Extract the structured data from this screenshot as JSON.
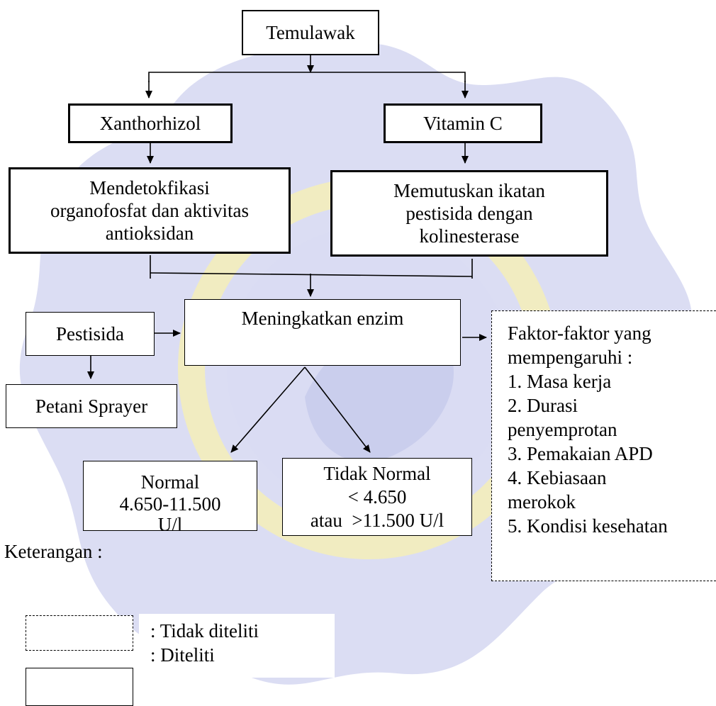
{
  "nodes": {
    "temulawak": "Temulawak",
    "xanthorhizol": "Xanthorhizol",
    "vitamin_c": "Vitamin C",
    "mendetok": [
      "Mendetokfikasi",
      "organofosfat dan aktivitas",
      "antioksidan"
    ],
    "memutuskan": [
      "Memutuskan ikatan",
      "pestisida dengan",
      "kolinesterase"
    ],
    "pestisida": "Pestisida",
    "meningkatkan": "Meningkatkan enzim",
    "petani": "Petani Sprayer",
    "normal": [
      "Normal",
      "4.650-11.500",
      "U/l"
    ],
    "tidak_normal": [
      "Tidak Normal",
      "< 4.650",
      "atau  >11.500 U/l"
    ]
  },
  "faktor": {
    "title_lines": [
      "Faktor-faktor yang",
      "mempengaruhi :"
    ],
    "items": [
      "1. Masa kerja",
      "2. Durasi",
      "penyemprotan",
      "3. Pemakaian APD",
      "4. Kebiasaan",
      "merokok",
      "5. Kondisi kesehatan"
    ]
  },
  "legend": {
    "heading": "Keterangan :",
    "dashed_label": ": Tidak diteliti",
    "solid_label": ": Diteliti"
  },
  "colors": {
    "watermark_blue": "#cfd2ef",
    "watermark_yellow": "#f6f0b4",
    "stroke": "#000000"
  }
}
